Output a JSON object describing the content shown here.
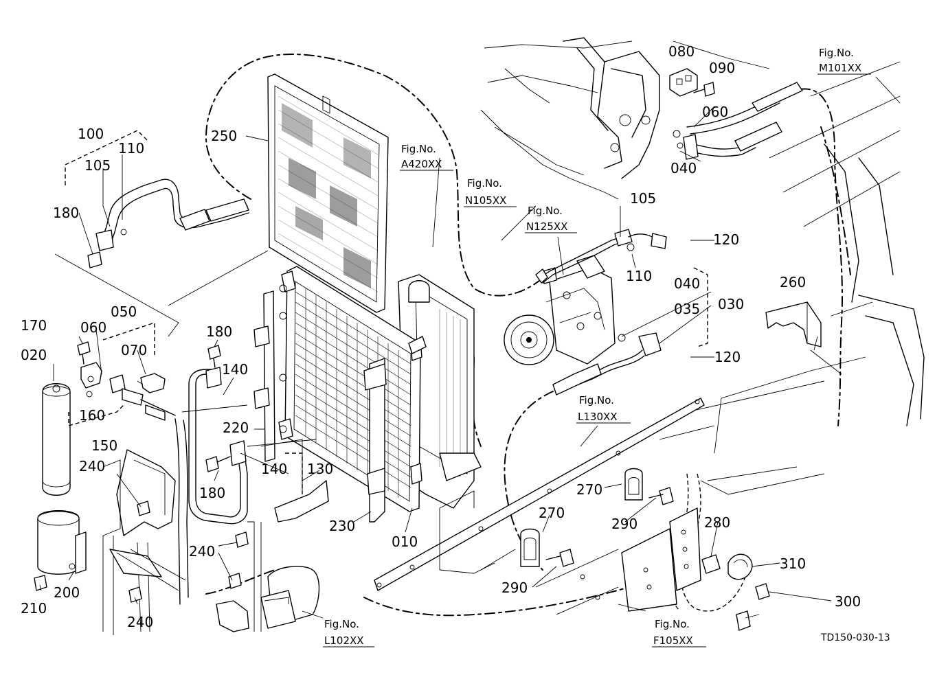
{
  "parts": {
    "p010": "010",
    "p020": "020",
    "p030": "030",
    "p035": "035",
    "p040a": "040",
    "p040b": "040",
    "p050": "050",
    "p060a": "060",
    "p060b": "060",
    "p070": "070",
    "p080": "080",
    "p090": "090",
    "p100": "100",
    "p105a": "105",
    "p105b": "105",
    "p110a": "110",
    "p110b": "110",
    "p120a": "120",
    "p120b": "120",
    "p130": "130",
    "p140a": "140",
    "p140b": "140",
    "p150": "150",
    "p160": "160",
    "p170": "170",
    "p180a": "180",
    "p180b": "180",
    "p180c": "180",
    "p200": "200",
    "p210": "210",
    "p220": "220",
    "p230": "230",
    "p240a": "240",
    "p240b": "240",
    "p240c": "240",
    "p250": "250",
    "p260": "260",
    "p270a": "270",
    "p270b": "270",
    "p280": "280",
    "p290a": "290",
    "p290b": "290",
    "p300": "300",
    "p310": "310"
  },
  "figure_refs": {
    "fig_label": "Fig.No.",
    "m101": "M101XX",
    "a420": "A420XX",
    "n105": "N105XX",
    "n125": "N125XX",
    "l130": "L130XX",
    "l102": "L102XX",
    "f105": "F105XX"
  },
  "drawing_code": "TD150-030-13"
}
